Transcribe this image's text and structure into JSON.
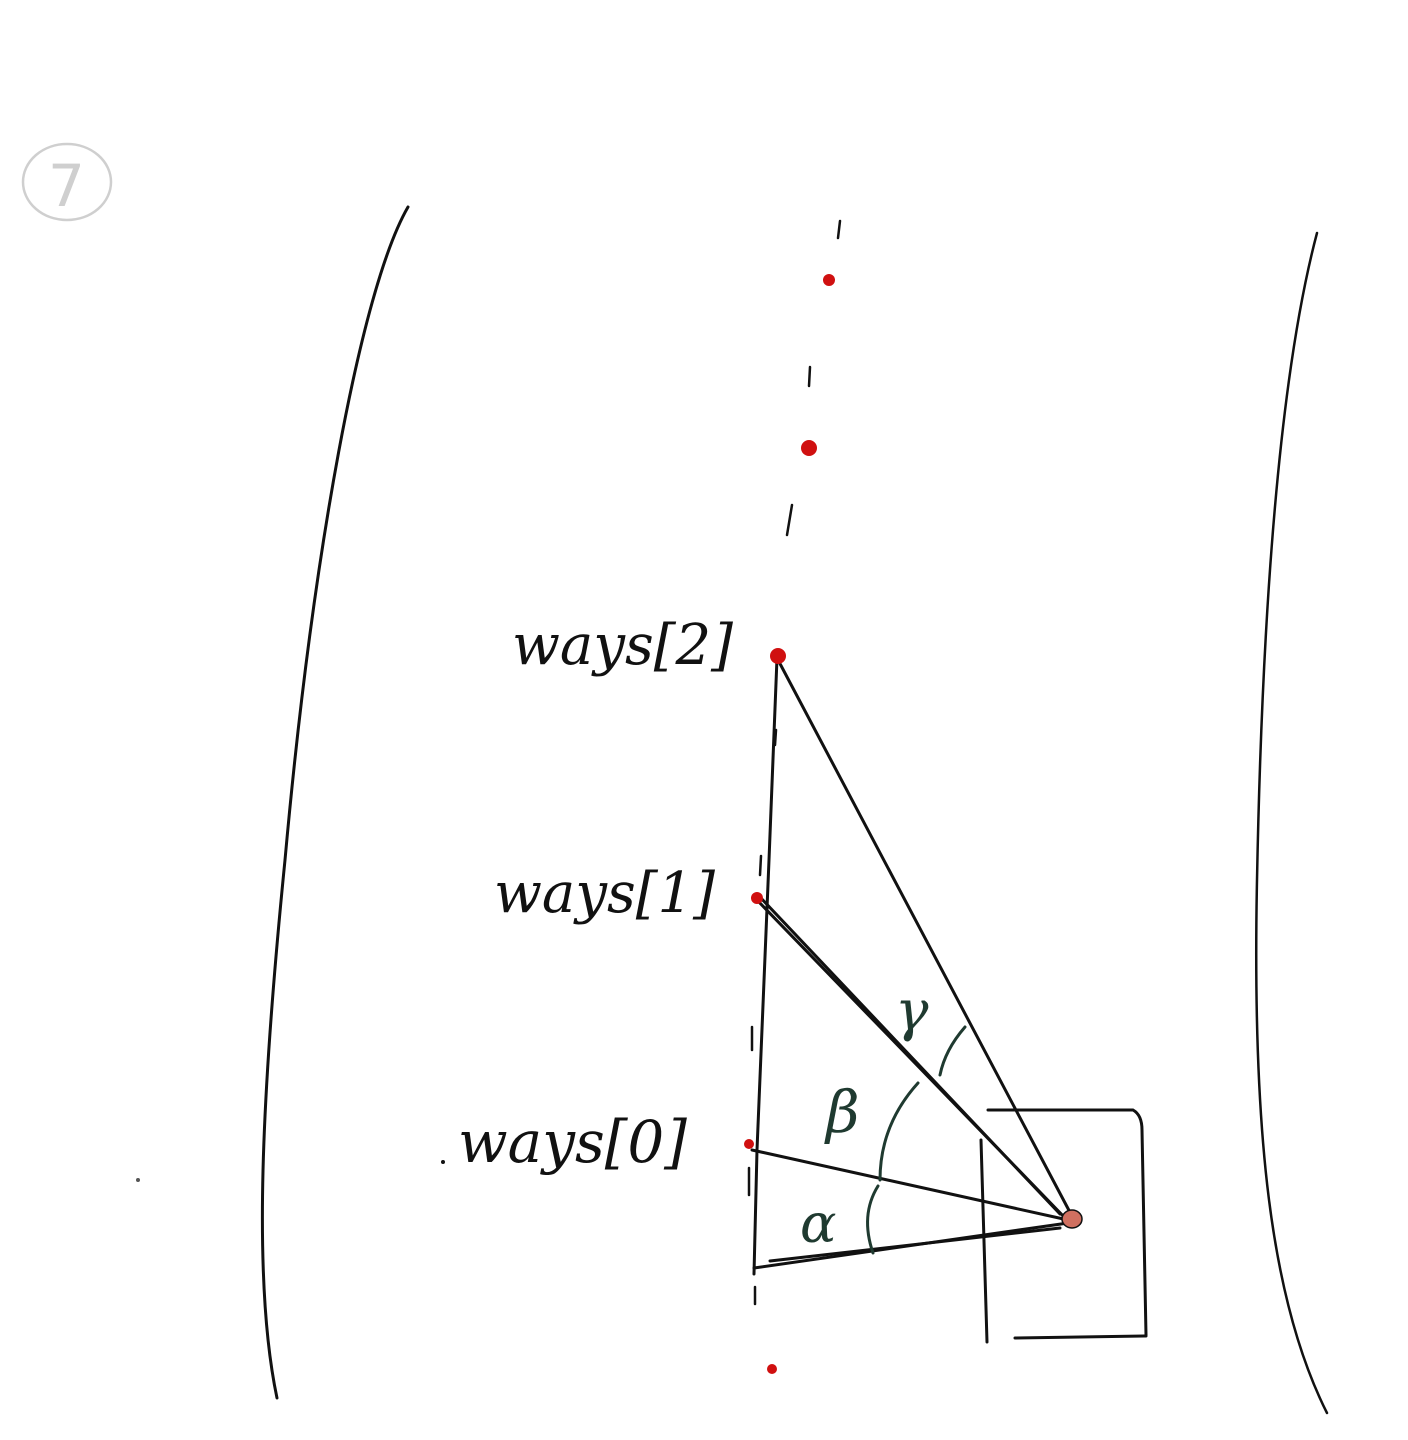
{
  "page_number": "7",
  "waypoints": {
    "labels": [
      "ways[0]",
      "ways[1]",
      "ways[2]"
    ]
  },
  "angles": {
    "alpha": "α",
    "beta": "β",
    "gamma": "γ"
  },
  "colors": {
    "ink": "#111111",
    "waypoint": "#d01010",
    "angle_ink": "#1f3a30",
    "page_mark": "#cfcfcf"
  }
}
